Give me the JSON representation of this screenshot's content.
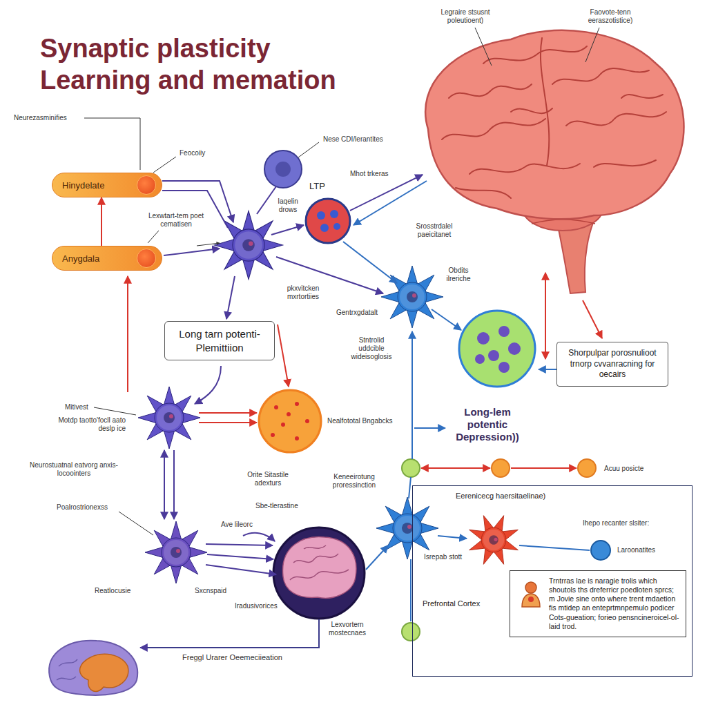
{
  "diagram": {
    "title": "Synaptic plasticity Learning and memation",
    "nodes": [
      {
        "text": [
          "Hinydelate"
        ]
      },
      {
        "text": [
          "Anygdala"
        ]
      },
      {
        "text": [
          "Long tarn potenti- Plemittiion"
        ]
      },
      {
        "text": [
          "Shorpulpar porosnulioot trnorp cvvanracning for oecairs"
        ]
      },
      {
        "text": [
          "Eerenicecg haersitaelinae)"
        ]
      },
      {
        "text": [
          "Trntrras lae is naragie trolis which shoutols ths dreferricr poedloten sprcs; m Jovie sine onto where trent mdaetion fis mtidep an enteprtmnpemulo podicer Cots-gueation; forieo pensncineroicel-ol-laid trod."
        ],
        "in": 4
      }
    ],
    "edges": [
      {
        "from": 1,
        "to": 0,
        "arrow": "to"
      }
    ],
    "labels": [
      "Legraire stsusnt poleutioent)",
      "Faovote-tenn eeraszotistice)",
      "Neurezasminifies",
      "Feocoiiy",
      "Nese CDI/lerantites",
      "LTP",
      "Mhot trkeras",
      "Lexwtart-tem poet cematisen",
      "Iaqelin drows",
      "Srosstrdalel paeicitanet",
      "Obdits ilreriche",
      "pkxvitcken mxrtortiies",
      "Gentrxgdatalt",
      "Stntrolid uddcible wideisoglosis",
      "Mitivest",
      "Motdp taotto'focll aato deslp ice",
      "Nealfototal Bngabcks",
      "Long-lem potentic Depression))",
      "Acuu posicte",
      "Neurostuatnal eatvorg anxis-locoointers",
      "Orite Sitastile adexturs",
      "Keneeirotung proressinction",
      "Poalrostrionexss",
      "Ave lileorc",
      "Sbe-tlerastine",
      "Isrepab stott",
      "Ihepo recanter slsiter:",
      "Laroonatites",
      "Reatlocusie",
      "Sxcnspaid",
      "Iradusivorices",
      "Lexvortern mostecnaes",
      "Prefrontal Cortex",
      "Freggl Urarer Oeemeciieation"
    ]
  }
}
